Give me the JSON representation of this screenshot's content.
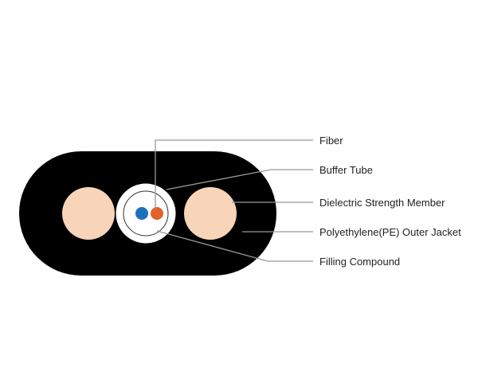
{
  "labels": {
    "fiber": "Fiber",
    "buffer_tube": "Buffer Tube",
    "strength_member": "Dielectric Strength Member",
    "outer_jacket": "Polyethylene(PE) Outer Jacket",
    "filling_compound": "Filling Compound"
  },
  "colors": {
    "jacket": "#000000",
    "strength_member": "#f8d5b8",
    "fiber_blue": "#1f6fbf",
    "fiber_orange": "#e0622a",
    "leader_line": "#999999"
  }
}
